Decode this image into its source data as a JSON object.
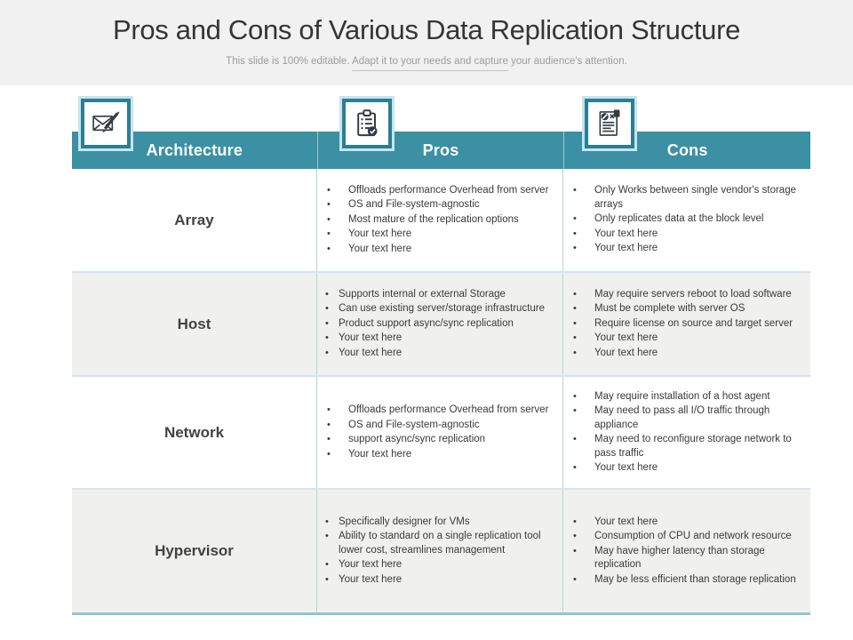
{
  "slide": {
    "title": "Pros and Cons of Various Data Replication Structure",
    "subtitle": {
      "part1": "This slide is 100% editable.",
      "part2": "Adapt it to your needs and capture",
      "part3": "your audience's attention."
    }
  },
  "table": {
    "columns": [
      "Architecture",
      "Pros",
      "Cons"
    ],
    "icons": [
      "compose-message-icon",
      "clipboard-checklist-icon",
      "rejected-document-icon"
    ],
    "rows": [
      {
        "architecture": "Array",
        "pros": [
          "Offloads performance Overhead from server",
          "OS and File-system-agnostic",
          "Most mature of the replication options",
          "Your text here",
          "Your text here"
        ],
        "cons": [
          "Only Works between single vendor's storage arrays",
          "Only replicates data at the block level",
          "Your text here",
          "Your text here"
        ]
      },
      {
        "architecture": "Host",
        "pros": [
          "Supports internal or external Storage",
          "Can use existing server/storage infrastructure",
          "Product support async/sync replication",
          "Your text here",
          "Your text here"
        ],
        "cons": [
          "May require servers reboot to load software",
          "Must be complete with server OS",
          "Require license on source and target server",
          "Your text here",
          "Your text here"
        ]
      },
      {
        "architecture": "Network",
        "pros": [
          "Offloads performance Overhead from server",
          "OS and File-system-agnostic",
          "support async/sync replication",
          "Your text here"
        ],
        "cons": [
          "May require installation of a host agent",
          "May need to pass all I/O traffic through appliance",
          "May need to reconfigure storage network to pass traffic",
          "Your text here"
        ]
      },
      {
        "architecture": "Hypervisor",
        "pros": [
          "Specifically designer for VMs",
          "Ability to standard on a single replication tool lower cost, streamlines management",
          "Your text here",
          "Your text here"
        ],
        "cons": [
          "Your text here",
          "Consumption of CPU and network resource",
          "May have higher latency than storage replication",
          "May be less efficient than storage replication"
        ]
      }
    ]
  },
  "colors": {
    "header_teal": "#3b90a4",
    "icon_border": "#2b7e93",
    "icon_outline": "#c6e5ec",
    "alt_row": "#f0f1ef",
    "row_divider": "#d5e4f0",
    "column_divider": "#b5d6ce",
    "table_bottom_border": "#8fc5d1",
    "title_text": "#353535",
    "subtitle_text": "#9c9c9c",
    "body_text": "#3a3a3a",
    "top_band": "#f1f1f1"
  }
}
